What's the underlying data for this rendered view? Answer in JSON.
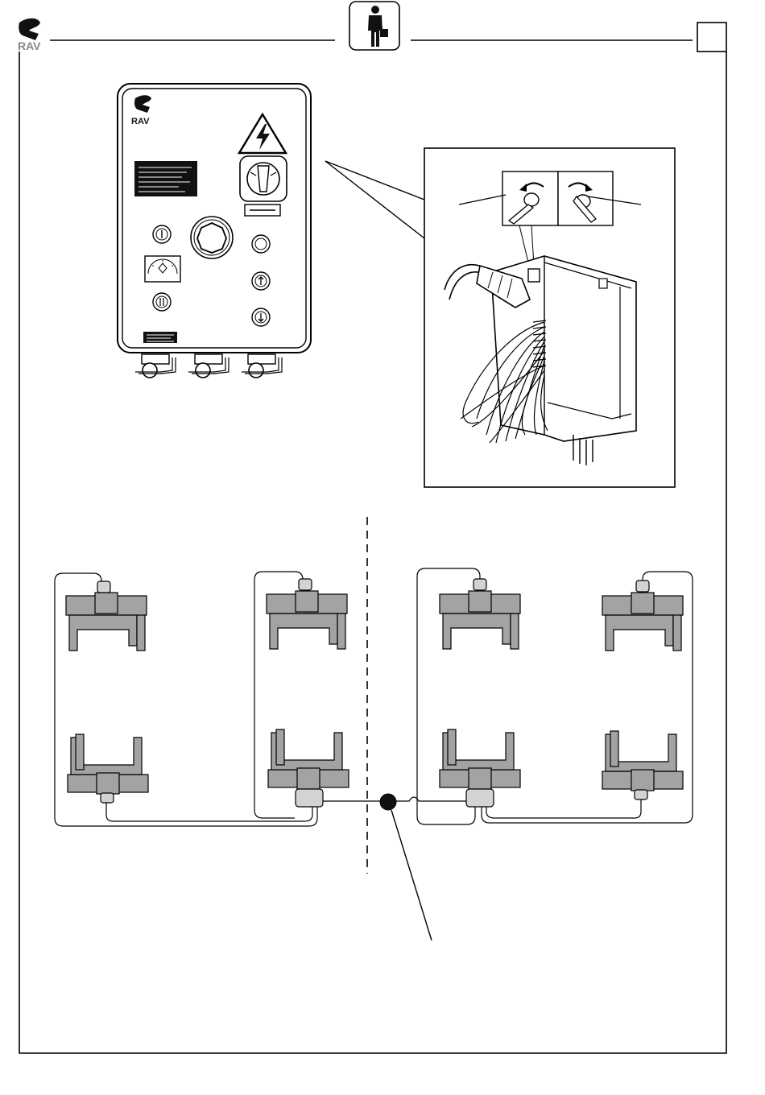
{
  "header": {
    "logo_icon": "rav-logo",
    "center_icon": "person-with-briefcase-icon",
    "page_box_text": ""
  },
  "control_panel": {
    "logo_icon": "rav-logo",
    "warning_icon": "high-voltage-warning-icon",
    "main_switch_icon": "rotary-main-switch",
    "buttons": [
      "indicator-lamp",
      "emergency-stop-button",
      "indicator-lamp",
      "up-arrow-button",
      "gauge-display",
      "down-arrow-button",
      "adjust-button"
    ],
    "connectors": 3
  },
  "detail": {
    "icons": [
      "rotate-left-icon",
      "rotate-right-icon"
    ]
  },
  "lift_diagram": {
    "groups": 2,
    "columns_per_group": 4,
    "colors": {
      "column_fill": "#a3a3a3",
      "connector_fill": "#d3d3d3",
      "line": "#000000"
    }
  }
}
